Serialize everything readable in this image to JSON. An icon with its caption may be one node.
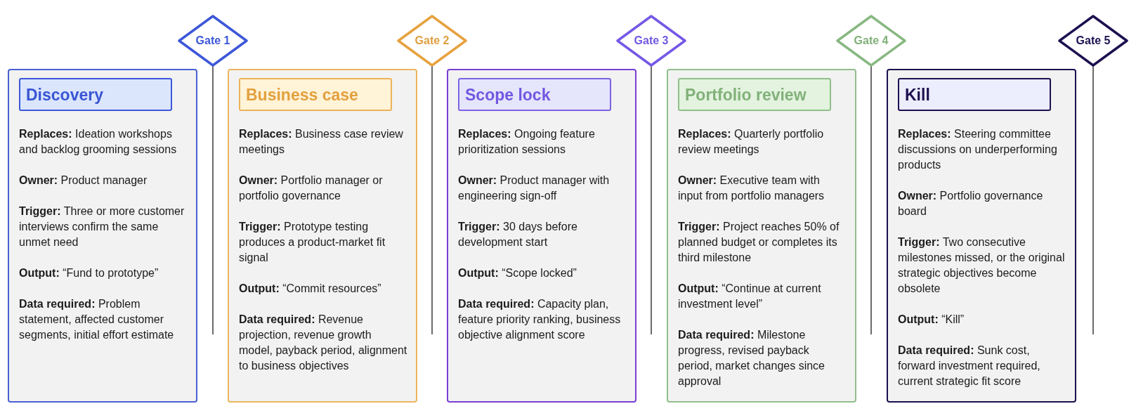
{
  "diagram": {
    "nodes": [
      {
        "text": [
          "Gate 1"
        ]
      },
      {
        "text": [
          "Gate 2"
        ]
      },
      {
        "text": [
          "Gate 3"
        ]
      },
      {
        "text": [
          "Gate 4"
        ]
      },
      {
        "text": [
          "Gate 5"
        ]
      },
      {
        "text": [
          "**Replaces:** Ideation workshops and backlog grooming sessions",
          "**Owner:** Product manager",
          "**Trigger:** Three or more customer interviews confirm the same unmet need",
          "**Output:** “Fund to prototype”",
          "**Data required:** Problem statement, affected customer segments, initial effort estimate"
        ]
      },
      {
        "text": [
          "Discovery"
        ],
        "in": 5
      },
      {
        "text": [
          "**Replaces:** Business case review meetings",
          "**Owner:** Portfolio manager or portfolio governance",
          "**Trigger:** Prototype testing produces a product-market fit signal",
          "**Output:** “Commit resources”",
          "**Data required:** Revenue projection, revenue growth model, payback period, alignment to business objectives"
        ]
      },
      {
        "text": [
          "Business case"
        ],
        "in": 7
      },
      {
        "text": [
          "**Replaces:** Ongoing feature prioritization sessions",
          "**Owner:** Product manager with engineering sign-off",
          "**Trigger:** 30 days before development start",
          "**Output:** “Scope locked”",
          "**Data required:** Capacity plan, feature priority ranking, business objective alignment score"
        ]
      },
      {
        "text": [
          "Scope lock"
        ],
        "in": 9
      },
      {
        "text": [
          "**Replaces:** Quarterly portfolio review meetings",
          "**Owner:** Executive team with input from portfolio managers",
          "**Trigger:** Project reaches 50% of planned budget or completes its third milestone",
          "**Output:** “Continue at current investment level”",
          "**Data required:** Milestone progress, revised payback period, market changes since approval"
        ]
      },
      {
        "text": [
          "Portfolio review"
        ],
        "in": 11
      },
      {
        "text": [
          "**Replaces:** Steering committee discussions on underperforming products",
          "**Owner:** Portfolio governance board",
          "**Trigger:** Two consecutive milestones missed, or the original strategic objectives become obsolete",
          "**Output:** “Kill”",
          "**Data required:** Sunk cost, forward investment required, current strategic fit score"
        ]
      },
      {
        "text": [
          "Kill"
        ],
        "in": 13
      }
    ],
    "edges": [
      {
        "from": 0,
        "to": null,
        "arrow": "none"
      },
      {
        "from": 1,
        "to": null,
        "arrow": "none"
      },
      {
        "from": 2,
        "to": null,
        "arrow": "none"
      },
      {
        "from": 3,
        "to": null,
        "arrow": "none"
      },
      {
        "from": 4,
        "to": null,
        "arrow": "none"
      }
    ]
  }
}
